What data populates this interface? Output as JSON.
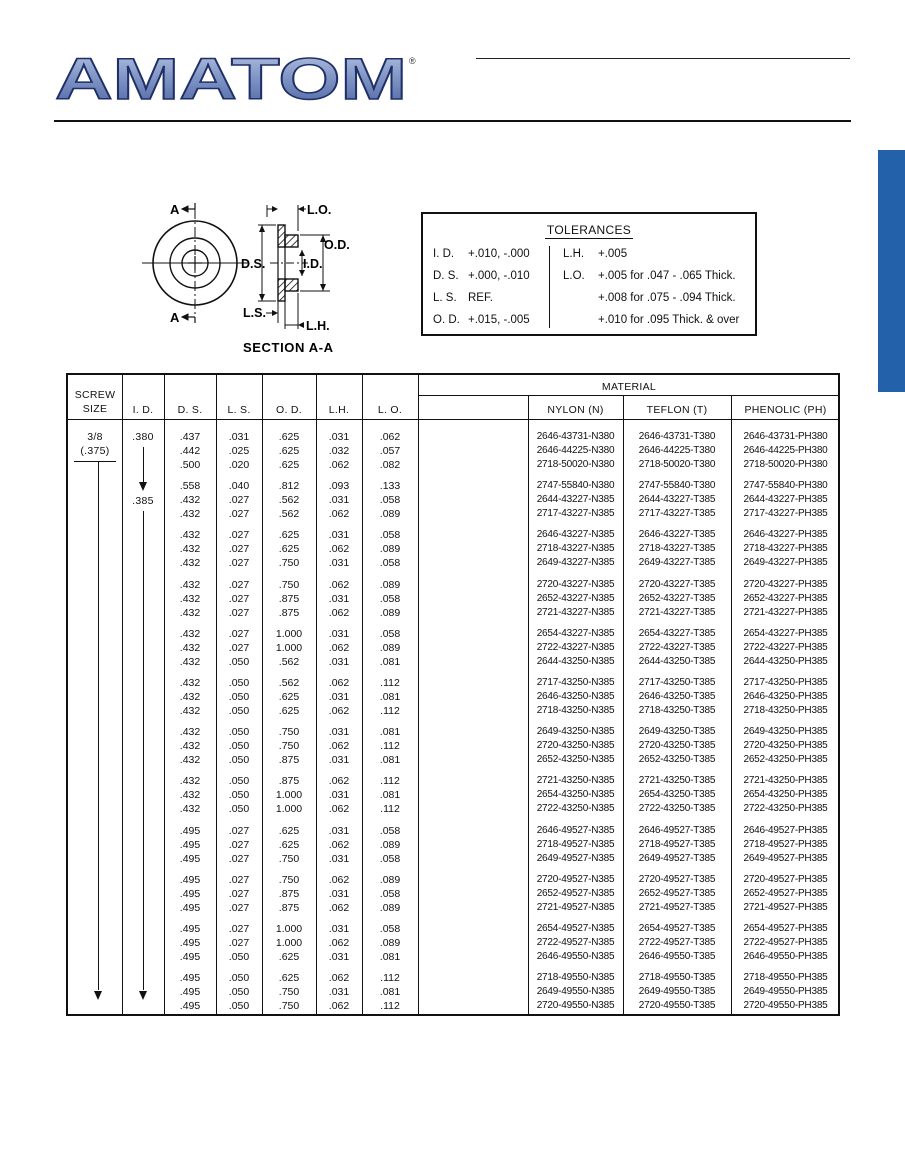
{
  "header": {
    "brand": "AMATOM",
    "registered": "®",
    "brand_color": "#7d92c3",
    "tab_color": "#2461ab"
  },
  "diagram": {
    "label_A_top": "A",
    "label_A_bottom": "A",
    "label_LO": "L.O.",
    "label_OD": "O.D.",
    "label_DS": "D.S.",
    "label_ID": "I.D.",
    "label_LS": "L.S.",
    "label_LH": "L.H.",
    "caption": "SECTION A-A"
  },
  "tolerances": {
    "title": "TOLERANCES",
    "left": [
      {
        "label": "I. D.",
        "value": "+.010, -.000"
      },
      {
        "label": "D. S.",
        "value": "+.000, -.010"
      },
      {
        "label": "L. S.",
        "value": "REF."
      },
      {
        "label": "O. D.",
        "value": "+.015, -.005"
      }
    ],
    "right": [
      {
        "label": "L.H.",
        "value": "+.005"
      },
      {
        "label": "L.O.",
        "value": "+.005 for .047 - .065 Thick."
      },
      {
        "label": "",
        "value": "+.008 for .075 - .094 Thick."
      },
      {
        "label": "",
        "value": "+.010 for .095 Thick. & over"
      }
    ]
  },
  "table": {
    "headers": {
      "screw_size_1": "SCREW",
      "screw_size_2": "SIZE",
      "id": "I. D.",
      "ds": "D. S.",
      "ls": "L. S.",
      "od": "O. D.",
      "lh": "L.H.",
      "lo": "L. O.",
      "material": "MATERIAL",
      "nylon": "NYLON (N)",
      "teflon": "TEFLON (T)",
      "phenolic": "PHENOLIC (PH)"
    },
    "screw_size": "3/8",
    "screw_size_dec": "(.375)",
    "id_values": [
      ".380",
      ".385"
    ],
    "rows": [
      [
        ".437",
        ".031",
        ".625",
        ".031",
        ".062",
        "2646-43731-N380",
        "2646-43731-T380",
        "2646-43731-PH380"
      ],
      [
        ".442",
        ".025",
        ".625",
        ".032",
        ".057",
        "2646-44225-N380",
        "2646-44225-T380",
        "2646-44225-PH380"
      ],
      [
        ".500",
        ".020",
        ".625",
        ".062",
        ".082",
        "2718-50020-N380",
        "2718-50020-T380",
        "2718-50020-PH380"
      ],
      [
        ".558",
        ".040",
        ".812",
        ".093",
        ".133",
        "2747-55840-N380",
        "2747-55840-T380",
        "2747-55840-PH380"
      ],
      [
        ".432",
        ".027",
        ".562",
        ".031",
        ".058",
        "2644-43227-N385",
        "2644-43227-T385",
        "2644-43227-PH385"
      ],
      [
        ".432",
        ".027",
        ".562",
        ".062",
        ".089",
        "2717-43227-N385",
        "2717-43227-T385",
        "2717-43227-PH385"
      ],
      [
        ".432",
        ".027",
        ".625",
        ".031",
        ".058",
        "2646-43227-N385",
        "2646-43227-T385",
        "2646-43227-PH385"
      ],
      [
        ".432",
        ".027",
        ".625",
        ".062",
        ".089",
        "2718-43227-N385",
        "2718-43227-T385",
        "2718-43227-PH385"
      ],
      [
        ".432",
        ".027",
        ".750",
        ".031",
        ".058",
        "2649-43227-N385",
        "2649-43227-T385",
        "2649-43227-PH385"
      ],
      [
        ".432",
        ".027",
        ".750",
        ".062",
        ".089",
        "2720-43227-N385",
        "2720-43227-T385",
        "2720-43227-PH385"
      ],
      [
        ".432",
        ".027",
        ".875",
        ".031",
        ".058",
        "2652-43227-N385",
        "2652-43227-T385",
        "2652-43227-PH385"
      ],
      [
        ".432",
        ".027",
        ".875",
        ".062",
        ".089",
        "2721-43227-N385",
        "2721-43227-T385",
        "2721-43227-PH385"
      ],
      [
        ".432",
        ".027",
        "1.000",
        ".031",
        ".058",
        "2654-43227-N385",
        "2654-43227-T385",
        "2654-43227-PH385"
      ],
      [
        ".432",
        ".027",
        "1.000",
        ".062",
        ".089",
        "2722-43227-N385",
        "2722-43227-T385",
        "2722-43227-PH385"
      ],
      [
        ".432",
        ".050",
        ".562",
        ".031",
        ".081",
        "2644-43250-N385",
        "2644-43250-T385",
        "2644-43250-PH385"
      ],
      [
        ".432",
        ".050",
        ".562",
        ".062",
        ".112",
        "2717-43250-N385",
        "2717-43250-T385",
        "2717-43250-PH385"
      ],
      [
        ".432",
        ".050",
        ".625",
        ".031",
        ".081",
        "2646-43250-N385",
        "2646-43250-T385",
        "2646-43250-PH385"
      ],
      [
        ".432",
        ".050",
        ".625",
        ".062",
        ".112",
        "2718-43250-N385",
        "2718-43250-T385",
        "2718-43250-PH385"
      ],
      [
        ".432",
        ".050",
        ".750",
        ".031",
        ".081",
        "2649-43250-N385",
        "2649-43250-T385",
        "2649-43250-PH385"
      ],
      [
        ".432",
        ".050",
        ".750",
        ".062",
        ".112",
        "2720-43250-N385",
        "2720-43250-T385",
        "2720-43250-PH385"
      ],
      [
        ".432",
        ".050",
        ".875",
        ".031",
        ".081",
        "2652-43250-N385",
        "2652-43250-T385",
        "2652-43250-PH385"
      ],
      [
        ".432",
        ".050",
        ".875",
        ".062",
        ".112",
        "2721-43250-N385",
        "2721-43250-T385",
        "2721-43250-PH385"
      ],
      [
        ".432",
        ".050",
        "1.000",
        ".031",
        ".081",
        "2654-43250-N385",
        "2654-43250-T385",
        "2654-43250-PH385"
      ],
      [
        ".432",
        ".050",
        "1.000",
        ".062",
        ".112",
        "2722-43250-N385",
        "2722-43250-T385",
        "2722-43250-PH385"
      ],
      [
        ".495",
        ".027",
        ".625",
        ".031",
        ".058",
        "2646-49527-N385",
        "2646-49527-T385",
        "2646-49527-PH385"
      ],
      [
        ".495",
        ".027",
        ".625",
        ".062",
        ".089",
        "2718-49527-N385",
        "2718-49527-T385",
        "2718-49527-PH385"
      ],
      [
        ".495",
        ".027",
        ".750",
        ".031",
        ".058",
        "2649-49527-N385",
        "2649-49527-T385",
        "2649-49527-PH385"
      ],
      [
        ".495",
        ".027",
        ".750",
        ".062",
        ".089",
        "2720-49527-N385",
        "2720-49527-T385",
        "2720-49527-PH385"
      ],
      [
        ".495",
        ".027",
        ".875",
        ".031",
        ".058",
        "2652-49527-N385",
        "2652-49527-T385",
        "2652-49527-PH385"
      ],
      [
        ".495",
        ".027",
        ".875",
        ".062",
        ".089",
        "2721-49527-N385",
        "2721-49527-T385",
        "2721-49527-PH385"
      ],
      [
        ".495",
        ".027",
        "1.000",
        ".031",
        ".058",
        "2654-49527-N385",
        "2654-49527-T385",
        "2654-49527-PH385"
      ],
      [
        ".495",
        ".027",
        "1.000",
        ".062",
        ".089",
        "2722-49527-N385",
        "2722-49527-T385",
        "2722-49527-PH385"
      ],
      [
        ".495",
        ".050",
        ".625",
        ".031",
        ".081",
        "2646-49550-N385",
        "2646-49550-T385",
        "2646-49550-PH385"
      ],
      [
        ".495",
        ".050",
        ".625",
        ".062",
        ".112",
        "2718-49550-N385",
        "2718-49550-T385",
        "2718-49550-PH385"
      ],
      [
        ".495",
        ".050",
        ".750",
        ".031",
        ".081",
        "2649-49550-N385",
        "2649-49550-T385",
        "2649-49550-PH385"
      ],
      [
        ".495",
        ".050",
        ".750",
        ".062",
        ".112",
        "2720-49550-N385",
        "2720-49550-T385",
        "2720-49550-PH385"
      ]
    ]
  }
}
